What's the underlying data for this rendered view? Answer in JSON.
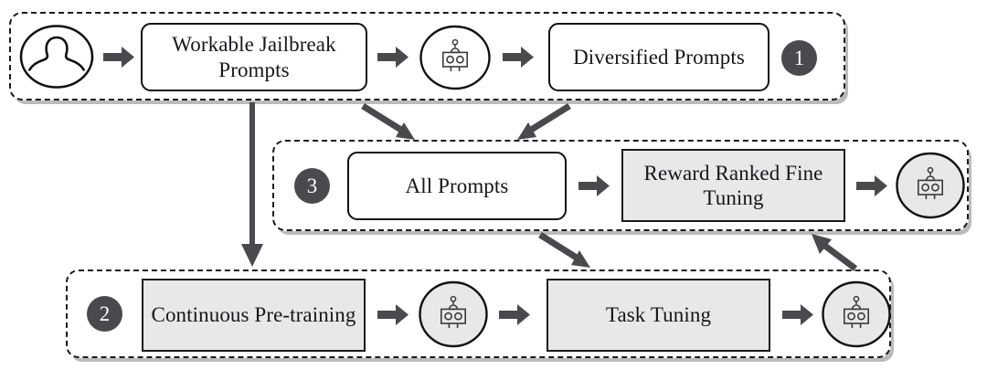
{
  "diagram": {
    "title": "Three-stage LLM jailbreak prompt training pipeline",
    "colors": {
      "box_white_fill": "#ffffff",
      "box_gray_fill": "#e8e8e8",
      "box_stroke": "#111111",
      "group_dash_stroke": "#1a1a1a",
      "badge_fill": "#4a4a4e",
      "badge_text": "#ffffff",
      "arrow_fill": "#4a4a4e",
      "icon_stroke": "#3a3a3a",
      "text": "#14161c"
    },
    "stages": [
      {
        "id": "stage-1",
        "badge": "1",
        "nodes": [
          {
            "name": "user-icon",
            "kind": "icon",
            "icon": "user-avatar-icon",
            "label": ""
          },
          {
            "name": "workable-jailbreak-prompts-box",
            "kind": "box",
            "style": "white",
            "label": "Workable Jailbreak Prompts"
          },
          {
            "name": "robot-icon-1",
            "kind": "icon",
            "icon": "robot-icon",
            "label": ""
          },
          {
            "name": "diversified-prompts-box",
            "kind": "box",
            "style": "white",
            "label": "Diversified Prompts"
          }
        ]
      },
      {
        "id": "stage-3",
        "badge": "3",
        "nodes": [
          {
            "name": "all-prompts-box",
            "kind": "box",
            "style": "white",
            "label": "All Prompts"
          },
          {
            "name": "reward-ranked-fine-tuning-box",
            "kind": "box",
            "style": "gray",
            "label": "Reward Ranked Fine Tuning"
          },
          {
            "name": "robot-icon-3",
            "kind": "icon",
            "icon": "robot-icon",
            "label": ""
          }
        ]
      },
      {
        "id": "stage-2",
        "badge": "2",
        "nodes": [
          {
            "name": "continuous-pre-training-box",
            "kind": "box",
            "style": "gray",
            "label": "Continuous Pre-training"
          },
          {
            "name": "robot-icon-2a",
            "kind": "icon",
            "icon": "robot-icon",
            "label": ""
          },
          {
            "name": "task-tuning-box",
            "kind": "box",
            "style": "gray",
            "label": "Task Tuning"
          },
          {
            "name": "robot-icon-2b",
            "kind": "icon",
            "icon": "robot-icon",
            "label": ""
          }
        ]
      }
    ],
    "labels": {
      "workable_jailbreak_prompts_line1": "Workable Jailbreak",
      "workable_jailbreak_prompts_line2": "Prompts",
      "diversified_prompts": "Diversified Prompts",
      "all_prompts": "All Prompts",
      "reward_ranked_line1": "Reward Ranked Fine",
      "reward_ranked_line2": "Tuning",
      "continuous_pre_training": "Continuous Pre-training",
      "task_tuning": "Task Tuning",
      "badge_1": "1",
      "badge_2": "2",
      "badge_3": "3"
    },
    "connectors": [
      {
        "name": "arrow-user-to-workable",
        "type": "straight-right"
      },
      {
        "name": "arrow-workable-to-robot1",
        "type": "straight-right"
      },
      {
        "name": "arrow-robot1-to-diversified",
        "type": "straight-right"
      },
      {
        "name": "arrow-allprompts-to-reward",
        "type": "straight-right"
      },
      {
        "name": "arrow-reward-to-robot3",
        "type": "straight-right"
      },
      {
        "name": "arrow-continuous-to-robot2a",
        "type": "straight-right"
      },
      {
        "name": "arrow-robot2a-to-tasktuning",
        "type": "straight-right"
      },
      {
        "name": "arrow-tasktuning-to-robot2b",
        "type": "straight-right"
      },
      {
        "name": "arrow-stage1-down-to-stage2",
        "type": "vertical-down"
      },
      {
        "name": "arrow-workable-down-to-allprompts",
        "type": "diagonal-down-right"
      },
      {
        "name": "arrow-diversified-down-to-allprompts",
        "type": "diagonal-down-left"
      },
      {
        "name": "arrow-stage3-down-to-stage2",
        "type": "diagonal-down-right"
      },
      {
        "name": "arrow-stage2-up-to-stage3",
        "type": "diagonal-up-left"
      }
    ]
  }
}
